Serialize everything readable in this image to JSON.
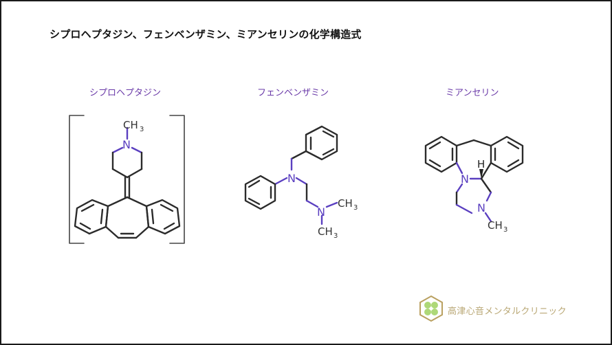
{
  "title": "シプロヘプタジン、フェンベンザミン、ミアンセリンの化学構造式",
  "molecules": [
    {
      "name": "シプロヘプタジン",
      "atoms": [
        "N",
        "CH3"
      ]
    },
    {
      "name": "フェンベンザミン",
      "atoms": [
        "N",
        "N",
        "CH3",
        "CH3"
      ]
    },
    {
      "name": "ミアンセリン",
      "atoms": [
        "N",
        "N",
        "H",
        "CH3"
      ]
    }
  ],
  "logo": {
    "text": "高津心音メンタルクリニック",
    "icon": "clover-hexagon-icon"
  },
  "colors": {
    "bond": "#2b2b2b",
    "nitrogen": "#5a3fc0",
    "label": "#6a3aa8",
    "logo_gold": "#b9a774",
    "logo_green": "#8cc63f"
  }
}
